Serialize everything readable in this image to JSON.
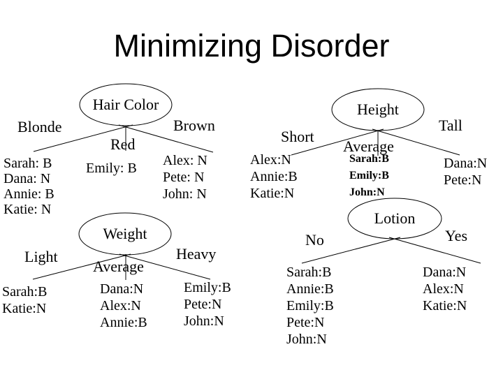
{
  "slide": {
    "title": "Minimizing Disorder",
    "background_color": "#ffffff",
    "text_color": "#000000"
  },
  "trees": [
    {
      "node": "Hair Color",
      "branches": [
        {
          "label": "Blonde",
          "leaves": [
            "Sarah: B",
            "Dana: N",
            "Annie: B",
            "Katie: N"
          ]
        },
        {
          "label": "Red",
          "leaves": [
            "Emily: B"
          ]
        },
        {
          "label": "Brown",
          "leaves": [
            "Alex: N",
            "Pete: N",
            "John: N"
          ]
        }
      ]
    },
    {
      "node": "Height",
      "branches": [
        {
          "label": "Short",
          "leaves": [
            "Alex:N",
            "Annie:B",
            "Katie:N"
          ]
        },
        {
          "label": "Average",
          "leaves": [
            "Sarah:B",
            "Emily:B",
            "John:N"
          ]
        },
        {
          "label": "Tall",
          "leaves": [
            "Dana:N",
            "Pete:N"
          ]
        }
      ]
    },
    {
      "node": "Weight",
      "branches": [
        {
          "label": "Light",
          "leaves": [
            "Sarah:B",
            "Katie:N"
          ]
        },
        {
          "label": "Average",
          "leaves": [
            "Dana:N",
            "Alex:N",
            "Annie:B"
          ]
        },
        {
          "label": "Heavy",
          "leaves": [
            "Emily:B",
            "Pete:N",
            "John:N"
          ]
        }
      ]
    },
    {
      "node": "Lotion",
      "branches": [
        {
          "label": "No",
          "leaves": [
            "Sarah:B",
            "Annie:B",
            "Emily:B",
            "Pete:N",
            "John:N"
          ]
        },
        {
          "label": "Yes",
          "leaves": [
            "Dana:N",
            "Alex:N",
            "Katie:N"
          ]
        }
      ]
    }
  ]
}
